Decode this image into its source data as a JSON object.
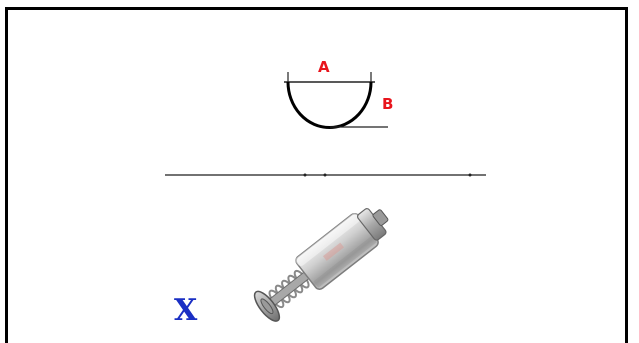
{
  "labels": {
    "a": "A",
    "b": "B",
    "x": "X"
  },
  "colors": {
    "label_red": "#e8141c",
    "label_blue": "#1a2fc4",
    "border": "#000000"
  }
}
